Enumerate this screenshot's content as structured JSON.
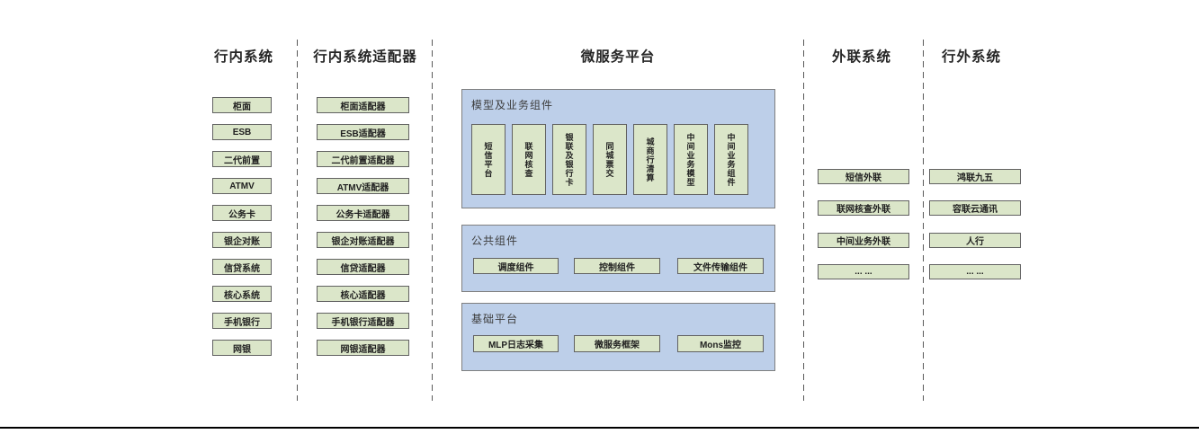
{
  "headers": {
    "inbank": "行内系统",
    "adapter": "行内系统适配器",
    "platform": "微服务平台",
    "outlink": "外联系统",
    "external": "行外系统"
  },
  "inbank_items": [
    "柜面",
    "ESB",
    "二代前置",
    "ATMV",
    "公务卡",
    "银企对账",
    "信贷系统",
    "核心系统",
    "手机银行",
    "网银"
  ],
  "adapter_items": [
    "柜面适配器",
    "ESB适配器",
    "二代前置适配器",
    "ATMV适配器",
    "公务卡适配器",
    "银企对账适配器",
    "信贷适配器",
    "核心适配器",
    "手机银行适配器",
    "网银适配器"
  ],
  "platform": {
    "model": {
      "title": "模型及业务组件",
      "boxes": [
        "短信平台",
        "联网核查",
        "银联及银行卡",
        "同城票交",
        "城商行清算",
        "中间业务模型",
        "中间业务组件"
      ]
    },
    "common": {
      "title": "公共组件",
      "boxes": [
        "调度组件",
        "控制组件",
        "文件传输组件"
      ]
    },
    "base": {
      "title": "基础平台",
      "boxes": [
        "MLP日志采集",
        "微服务框架",
        "Mons监控"
      ]
    }
  },
  "outlink_items": [
    "短信外联",
    "联网核查外联",
    "中间业务外联",
    "... ...",
    ""
  ],
  "external_items": [
    "鸿联九五",
    "容联云通讯",
    "人行",
    "... ..."
  ],
  "colors": {
    "box_fill": "#dbe6c9",
    "box_border": "#616161",
    "panel_fill": "#bdcfe9",
    "panel_border": "#7f7f7f",
    "divider": "#595959",
    "bottom_rule": "#000000"
  }
}
